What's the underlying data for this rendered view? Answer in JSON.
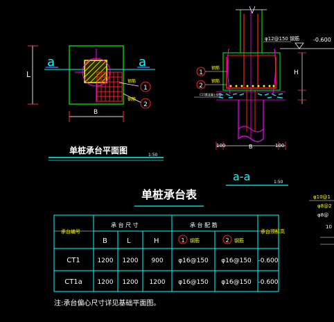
{
  "plan": {
    "title": "单桩承台平面图",
    "scale": "1:50",
    "section_mark_left": "a",
    "section_mark_right": "a",
    "dim_L": "L",
    "dim_B": "B",
    "rebar_label": "钢筋",
    "callout_1": "1",
    "callout_2": "2"
  },
  "section": {
    "title": "a-a",
    "scale": "1:50",
    "top_rebar": "φ12@150 钢筋",
    "elevation": "-0.600",
    "dim_H": "H",
    "dim_B": "B",
    "dim_left": "100",
    "dim_right": "100",
    "rebar_label_1": "钢筋",
    "rebar_label_2": "钢筋",
    "cushion": "C15素混凝土垫层",
    "callout_1": "1",
    "callout_2": "2"
  },
  "table": {
    "title": "单桩承台表",
    "headers": {
      "id": "承台编号",
      "size": "承 台 尺 寸",
      "rebar": "承 台 配 筋",
      "elev": "承台顶标高",
      "B": "B",
      "L": "L",
      "H": "H",
      "r1_num": "1",
      "r1_txt": "钢筋",
      "r2_num": "2",
      "r2_txt": "钢筋"
    },
    "rows": [
      {
        "id": "CT1",
        "B": "1200",
        "L": "1200",
        "H": "900",
        "r1": "φ16@150",
        "r2": "φ16@150",
        "elev": "-0.600"
      },
      {
        "id": "CT1a",
        "B": "1200",
        "L": "1200",
        "H": "1200",
        "r1": "φ16@150",
        "r2": "φ16@150",
        "elev": "-0.600"
      }
    ],
    "note": "注:承台偏心尺寸详见基础平面图。"
  },
  "side_notes": {
    "n1": "φ10@1",
    "n2": "φ8@2",
    "n3": "φ8@",
    "n4": "10"
  },
  "colors": {
    "background": "#000000",
    "outline_green": "#00ff00",
    "table_cyan": "#00ffff",
    "text_white": "#ffffff",
    "text_yellow": "#ffff00",
    "rebar_red": "#ff0000",
    "pile_magenta": "#ff00ff",
    "dim_blue": "#4a6bff"
  }
}
